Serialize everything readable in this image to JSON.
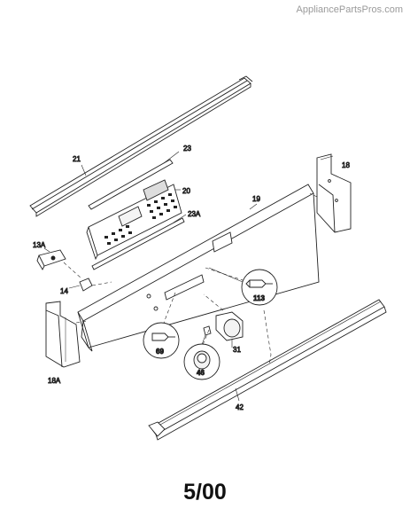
{
  "watermark": "AppliancePartsPros.com",
  "date_code": "5/00",
  "parts": {
    "p21": "21",
    "p23": "23",
    "p20": "20",
    "p23A": "23A",
    "p19": "19",
    "p18": "18",
    "p13A": "13A",
    "p14": "14",
    "p113": "113",
    "p69": "69",
    "p31": "31",
    "p46": "46",
    "p18A": "18A",
    "p42": "42"
  }
}
